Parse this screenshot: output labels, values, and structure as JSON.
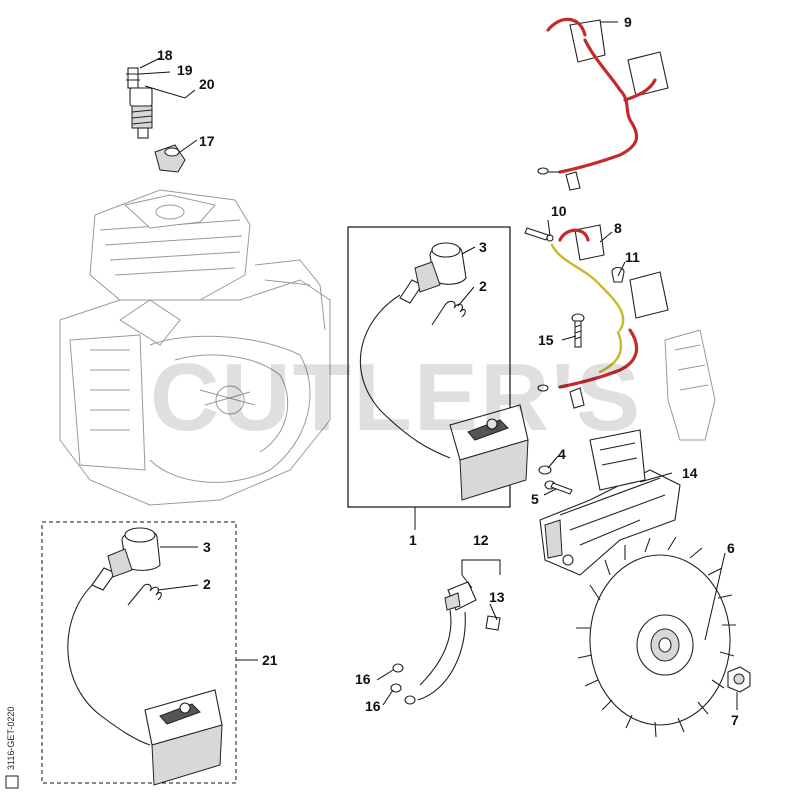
{
  "watermark": "CUTLER'S",
  "diagram_code": "3116-GET-0220",
  "callouts": {
    "c1": "1",
    "c2a": "2",
    "c2b": "2",
    "c3a": "3",
    "c3b": "3",
    "c4": "4",
    "c5": "5",
    "c6": "6",
    "c7": "7",
    "c8": "8",
    "c9": "9",
    "c10": "10",
    "c11": "11",
    "c12": "12",
    "c13": "13",
    "c14": "14",
    "c15": "15",
    "c16a": "16",
    "c16b": "16",
    "c17": "17",
    "c18": "18",
    "c19": "19",
    "c20": "20",
    "c21": "21"
  },
  "colors": {
    "wire_red": "#c52a2a",
    "wire_yellow": "#c7b82c",
    "ink": "#222222"
  }
}
